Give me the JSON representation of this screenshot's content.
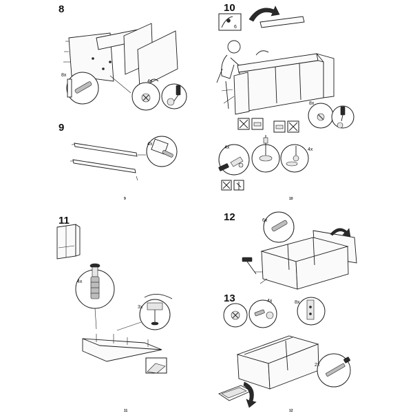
{
  "steps": [
    {
      "id": "8",
      "label": "8",
      "callouts": [
        "8x",
        "4x"
      ]
    },
    {
      "id": "9",
      "label": "9",
      "callouts": [
        "4x"
      ]
    },
    {
      "id": "10",
      "label": "10",
      "callouts": [
        "6",
        "8x",
        "4x",
        "4x"
      ]
    },
    {
      "id": "11",
      "label": "11",
      "callouts": [
        "4x",
        "3x"
      ]
    },
    {
      "id": "12",
      "label": "12",
      "callouts": [
        "6x",
        "8x"
      ]
    },
    {
      "id": "13",
      "label": "13",
      "callouts": [
        "4x",
        "2x"
      ]
    }
  ],
  "page_numbers": {
    "p9": "9",
    "p10": "10",
    "p11": "11",
    "p12": "12"
  },
  "icons": [
    "dowel-icon",
    "cam-lock-icon",
    "screwdriver-icon",
    "hammer-icon",
    "rotate-arrow-icon",
    "no-power-drill-icon",
    "wardrobe-icon",
    "drawer-icon"
  ]
}
